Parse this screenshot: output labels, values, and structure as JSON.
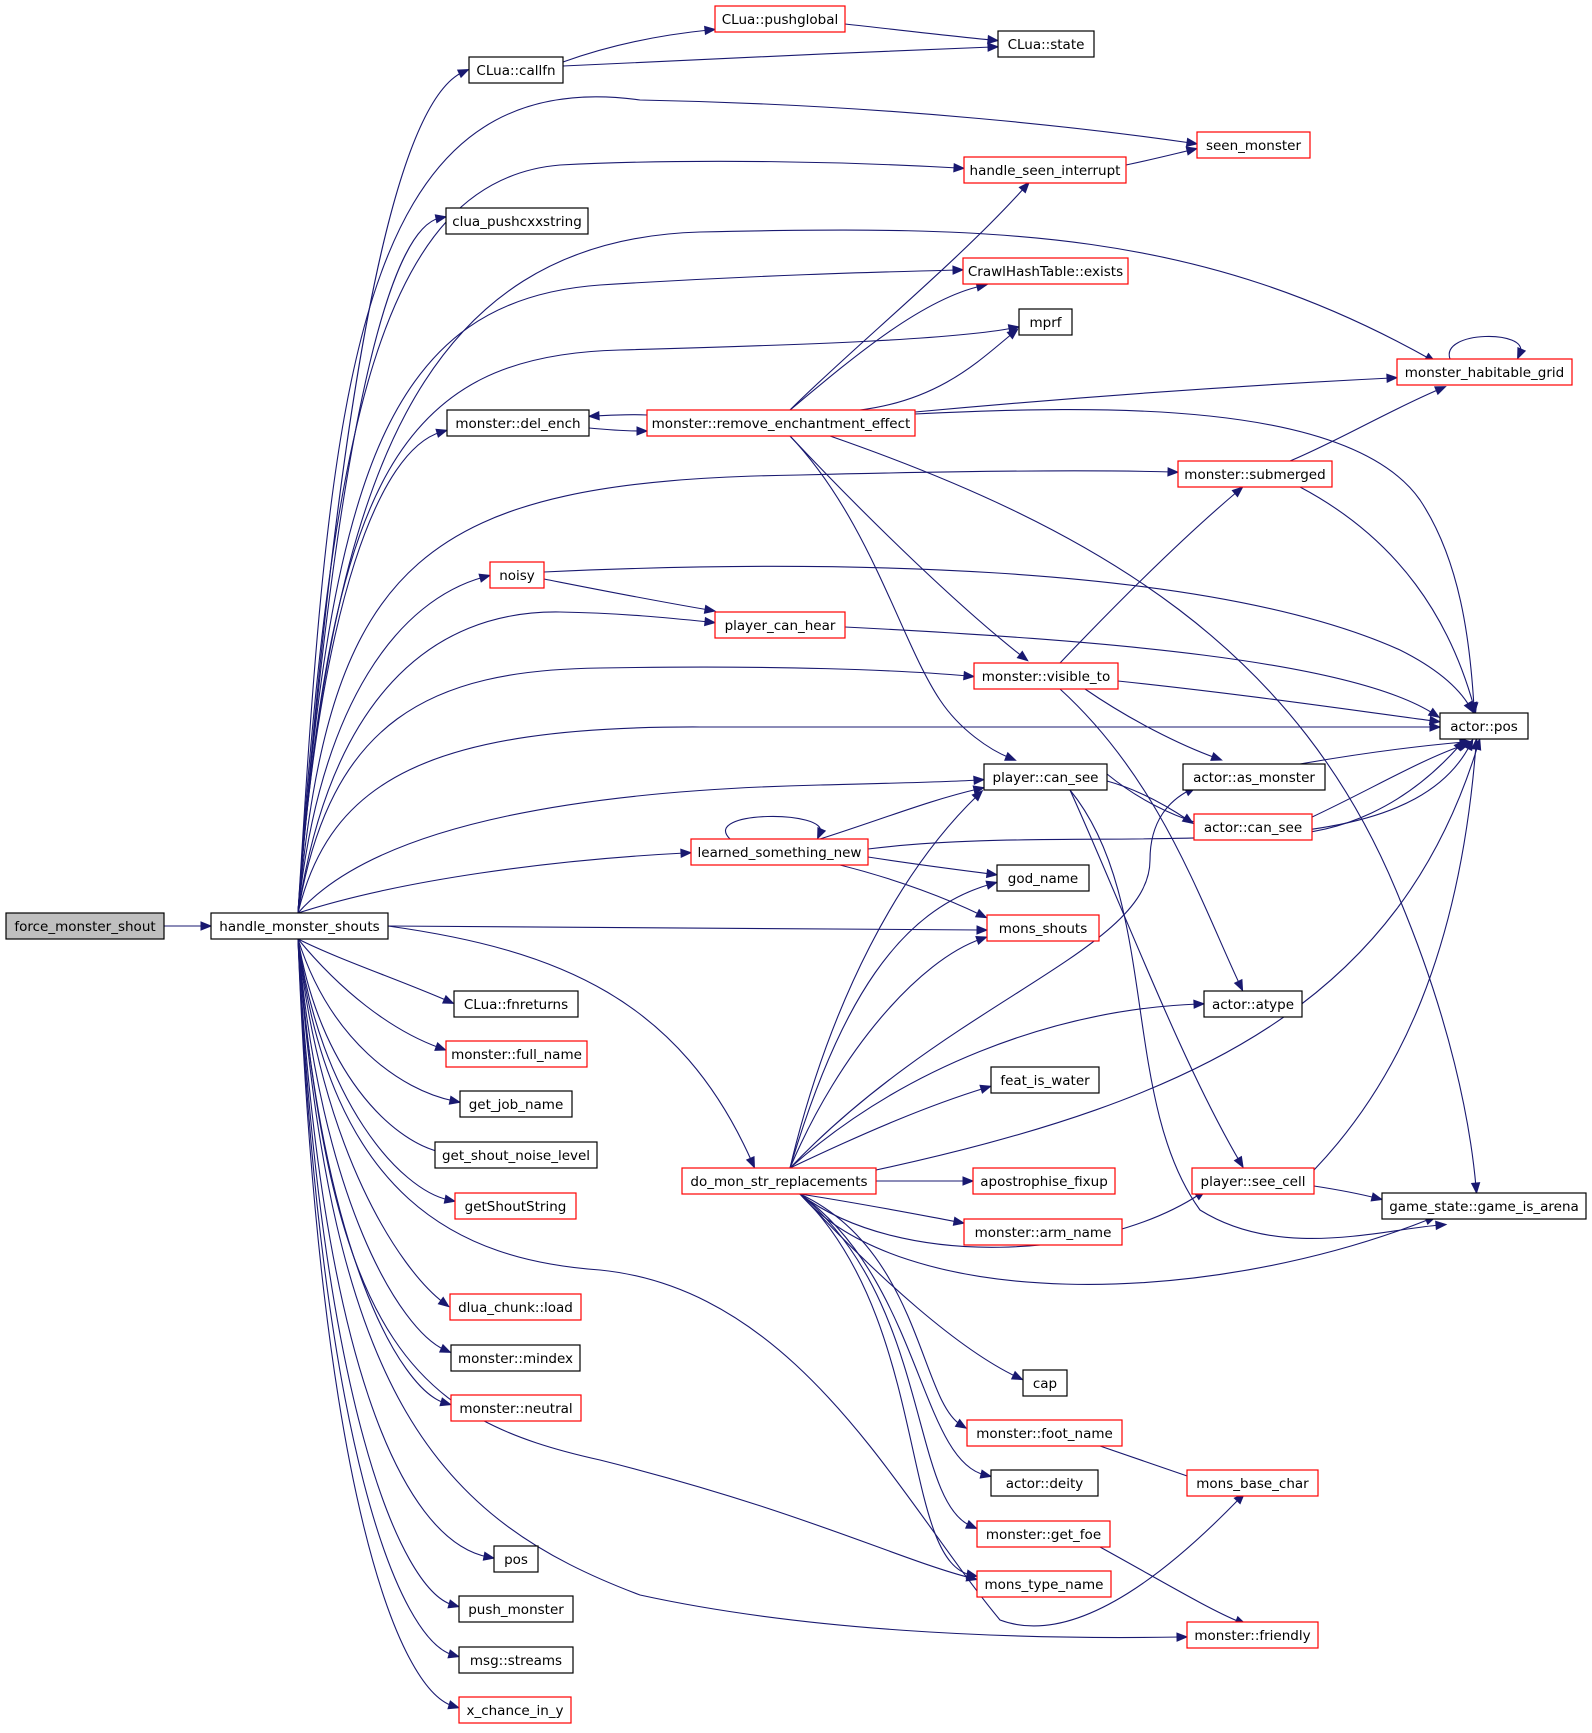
{
  "graph": {
    "nodes": [
      {
        "id": "force_monster_shout",
        "label": "force_monster_shout",
        "style": "gray"
      },
      {
        "id": "handle_monster_shouts",
        "label": "handle_monster_shouts",
        "style": "black"
      },
      {
        "id": "CLua::callfn",
        "label": "CLua::callfn",
        "style": "black"
      },
      {
        "id": "CLua::pushglobal",
        "label": "CLua::pushglobal",
        "style": "red"
      },
      {
        "id": "CLua::state",
        "label": "CLua::state",
        "style": "black"
      },
      {
        "id": "seen_monster",
        "label": "seen_monster",
        "style": "red"
      },
      {
        "id": "handle_seen_interrupt",
        "label": "handle_seen_interrupt",
        "style": "red"
      },
      {
        "id": "clua_pushcxxstring",
        "label": "clua_pushcxxstring",
        "style": "black"
      },
      {
        "id": "CrawlHashTable::exists",
        "label": "CrawlHashTable::exists",
        "style": "red"
      },
      {
        "id": "mprf",
        "label": "mprf",
        "style": "black"
      },
      {
        "id": "monster_habitable_grid",
        "label": "monster_habitable_grid",
        "style": "red"
      },
      {
        "id": "monster::del_ench",
        "label": "monster::del_ench",
        "style": "black"
      },
      {
        "id": "monster::remove_enchantment_effect",
        "label": "monster::remove_enchantment_effect",
        "style": "red"
      },
      {
        "id": "monster::submerged",
        "label": "monster::submerged",
        "style": "red"
      },
      {
        "id": "noisy",
        "label": "noisy",
        "style": "red"
      },
      {
        "id": "player_can_hear",
        "label": "player_can_hear",
        "style": "red"
      },
      {
        "id": "monster::visible_to",
        "label": "monster::visible_to",
        "style": "red"
      },
      {
        "id": "actor::pos",
        "label": "actor::pos",
        "style": "black"
      },
      {
        "id": "player::can_see",
        "label": "player::can_see",
        "style": "black"
      },
      {
        "id": "actor::as_monster",
        "label": "actor::as_monster",
        "style": "black"
      },
      {
        "id": "actor::can_see",
        "label": "actor::can_see",
        "style": "red"
      },
      {
        "id": "learned_something_new",
        "label": "learned_something_new",
        "style": "red"
      },
      {
        "id": "god_name",
        "label": "god_name",
        "style": "black"
      },
      {
        "id": "mons_shouts",
        "label": "mons_shouts",
        "style": "red"
      },
      {
        "id": "CLua::fnreturns",
        "label": "CLua::fnreturns",
        "style": "black"
      },
      {
        "id": "actor::atype",
        "label": "actor::atype",
        "style": "black"
      },
      {
        "id": "monster::full_name",
        "label": "monster::full_name",
        "style": "red"
      },
      {
        "id": "get_job_name",
        "label": "get_job_name",
        "style": "black"
      },
      {
        "id": "feat_is_water",
        "label": "feat_is_water",
        "style": "black"
      },
      {
        "id": "get_shout_noise_level",
        "label": "get_shout_noise_level",
        "style": "black"
      },
      {
        "id": "do_mon_str_replacements",
        "label": "do_mon_str_replacements",
        "style": "red"
      },
      {
        "id": "apostrophise_fixup",
        "label": "apostrophise_fixup",
        "style": "red"
      },
      {
        "id": "player::see_cell",
        "label": "player::see_cell",
        "style": "red"
      },
      {
        "id": "getShoutString",
        "label": "getShoutString",
        "style": "red"
      },
      {
        "id": "game_state::game_is_arena",
        "label": "game_state::game_is_arena",
        "style": "black"
      },
      {
        "id": "monster::arm_name",
        "label": "monster::arm_name",
        "style": "red"
      },
      {
        "id": "dlua_chunk::load",
        "label": "dlua_chunk::load",
        "style": "red"
      },
      {
        "id": "monster::mindex",
        "label": "monster::mindex",
        "style": "black"
      },
      {
        "id": "cap",
        "label": "cap",
        "style": "black"
      },
      {
        "id": "monster::neutral",
        "label": "monster::neutral",
        "style": "red"
      },
      {
        "id": "monster::foot_name",
        "label": "monster::foot_name",
        "style": "red"
      },
      {
        "id": "actor::deity",
        "label": "actor::deity",
        "style": "black"
      },
      {
        "id": "mons_base_char",
        "label": "mons_base_char",
        "style": "red"
      },
      {
        "id": "monster::get_foe",
        "label": "monster::get_foe",
        "style": "red"
      },
      {
        "id": "pos",
        "label": "pos",
        "style": "black"
      },
      {
        "id": "mons_type_name",
        "label": "mons_type_name",
        "style": "red"
      },
      {
        "id": "push_monster",
        "label": "push_monster",
        "style": "black"
      },
      {
        "id": "monster::friendly",
        "label": "monster::friendly",
        "style": "red"
      },
      {
        "id": "msg::streams",
        "label": "msg::streams",
        "style": "black"
      },
      {
        "id": "x_chance_in_y",
        "label": "x_chance_in_y",
        "style": "red"
      }
    ],
    "colors": {
      "edge": "#191970",
      "red_border": "#ff0000",
      "black_border": "#000000",
      "root_fill": "#bfbfbf"
    }
  }
}
